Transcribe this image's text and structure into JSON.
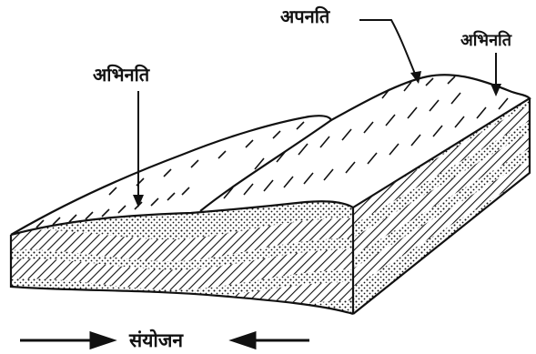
{
  "labels": {
    "syncline_left": "अभिनति",
    "anticline": "अपनति",
    "syncline_right": "अभिनति",
    "compression": "संयोजन"
  },
  "colors": {
    "ink": "#111111",
    "paper": "#ffffff"
  }
}
